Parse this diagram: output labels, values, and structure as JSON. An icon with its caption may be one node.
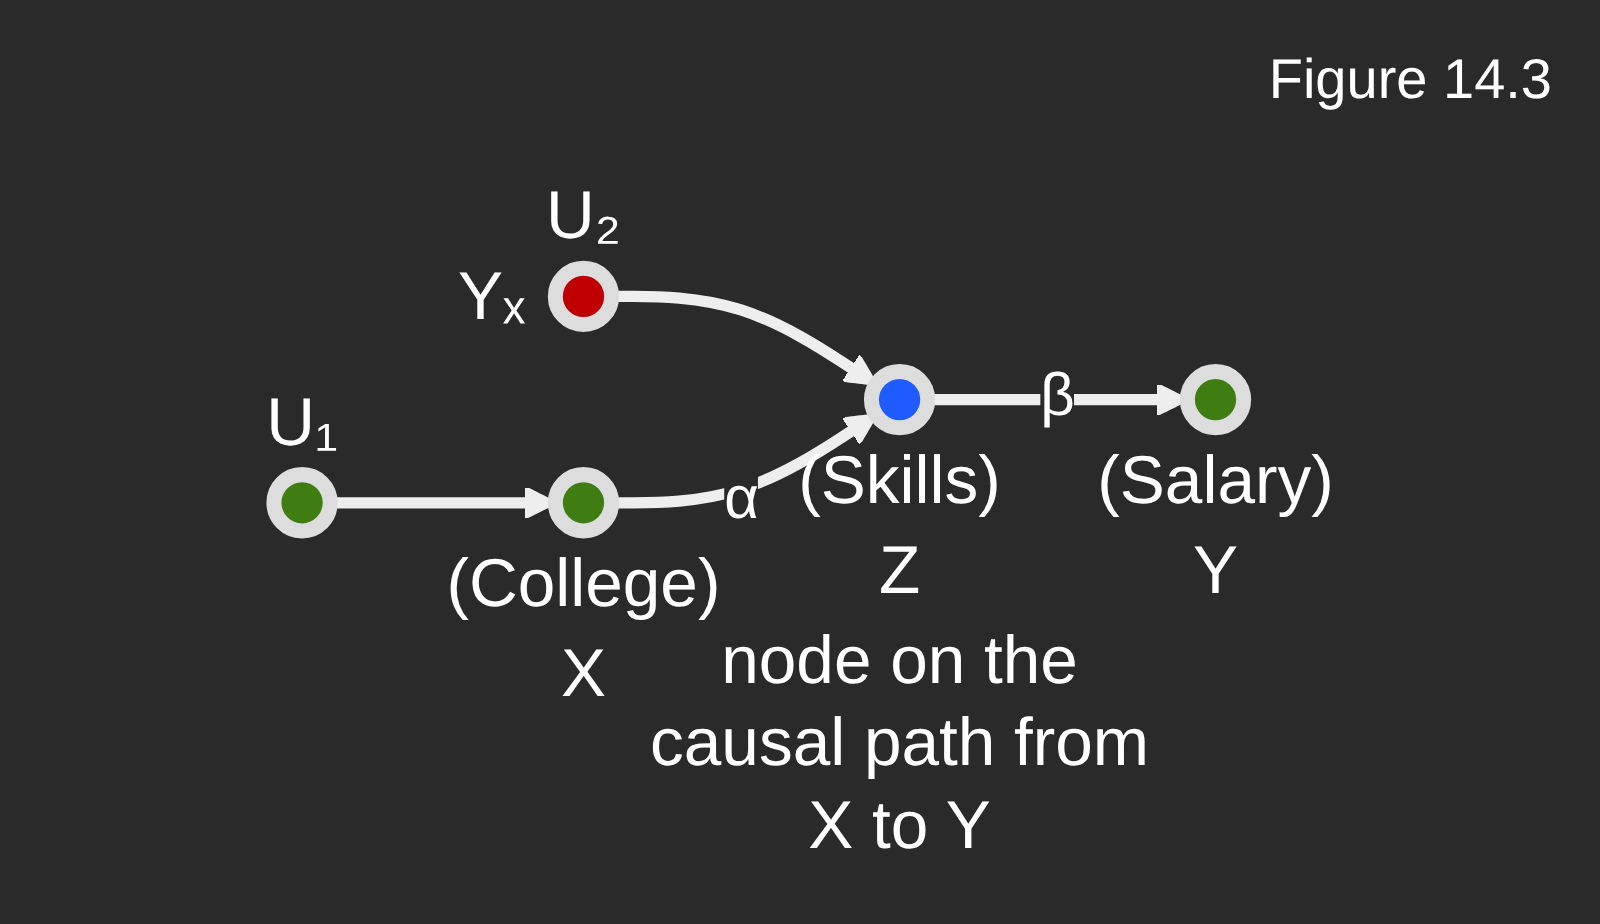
{
  "diagram": {
    "nodes": [
      {
        "text": [],
        "shape": "circle",
        "beside": [
          "U₁"
        ]
      },
      {
        "text": [],
        "shape": "circle",
        "beside": [
          "Yₓ",
          "U₂"
        ]
      },
      {
        "text": [],
        "shape": "circle",
        "beside": [
          "(College)",
          "X"
        ]
      },
      {
        "text": [],
        "shape": "circle",
        "beside": [
          "(Skills)",
          "Z",
          "node on the causal path from X to Y"
        ]
      },
      {
        "text": [],
        "shape": "circle",
        "beside": [
          "(Salary)",
          "Y"
        ]
      }
    ],
    "edges": [
      {
        "from": 0,
        "to": 2,
        "arrow": "to"
      },
      {
        "from": 1,
        "to": 3,
        "arrow": "to"
      },
      {
        "from": 2,
        "to": 3,
        "arrow": "to",
        "label": "α"
      },
      {
        "from": 3,
        "to": 4,
        "arrow": "to",
        "label": "β"
      }
    ],
    "labels": [
      "Figure 14.3"
    ]
  }
}
